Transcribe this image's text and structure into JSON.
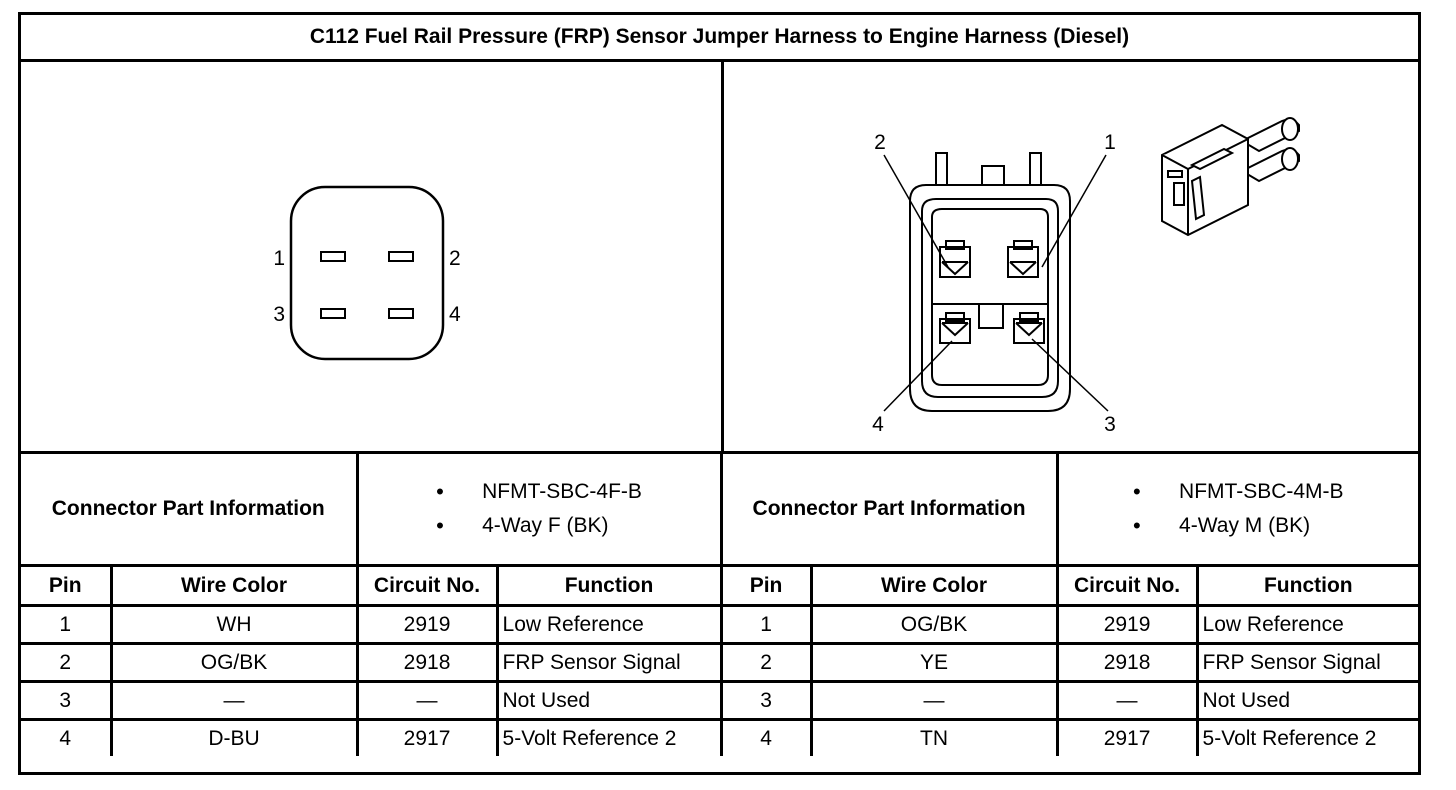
{
  "title": "C112 Fuel Rail Pressure (FRP) Sensor Jumper Harness to Engine Harness (Diesel)",
  "left_connector": {
    "pin_labels": [
      "1",
      "2",
      "3",
      "4"
    ],
    "part_info_label": "Connector Part Information",
    "part_info": [
      "NFMT-SBC-4F-B",
      "4-Way F (BK)"
    ]
  },
  "right_connector": {
    "pin_labels": [
      "1",
      "2",
      "3",
      "4"
    ],
    "part_info_label": "Connector Part Information",
    "part_info": [
      "NFMT-SBC-4M-B",
      "4-Way M (BK)"
    ]
  },
  "table": {
    "headers": [
      "Pin",
      "Wire Color",
      "Circuit No.",
      "Function"
    ],
    "left_rows": [
      {
        "pin": "1",
        "wire_color": "WH",
        "circuit": "2919",
        "function": "Low Reference"
      },
      {
        "pin": "2",
        "wire_color": "OG/BK",
        "circuit": "2918",
        "function": "FRP Sensor Signal"
      },
      {
        "pin": "3",
        "wire_color": "—",
        "circuit": "—",
        "function": "Not Used"
      },
      {
        "pin": "4",
        "wire_color": "D-BU",
        "circuit": "2917",
        "function": "5-Volt Reference 2"
      }
    ],
    "right_rows": [
      {
        "pin": "1",
        "wire_color": "OG/BK",
        "circuit": "2919",
        "function": "Low Reference"
      },
      {
        "pin": "2",
        "wire_color": "YE",
        "circuit": "2918",
        "function": "FRP Sensor Signal"
      },
      {
        "pin": "3",
        "wire_color": "—",
        "circuit": "—",
        "function": "Not Used"
      },
      {
        "pin": "4",
        "wire_color": "TN",
        "circuit": "2917",
        "function": "5-Volt Reference 2"
      }
    ]
  },
  "icons": {
    "left_diagram": "female-connector-face-icon",
    "right_diagram": "male-connector-face-icon",
    "right_3d": "connector-3d-view-icon"
  }
}
